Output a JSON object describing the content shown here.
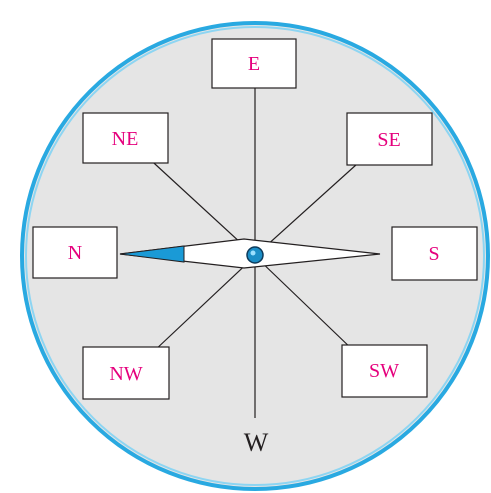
{
  "colors": {
    "ring_outer": "#29a9e1",
    "ring_inner": "#8dd5f2",
    "dial_fill": "#e5e5e5",
    "label_text": "#e5007d",
    "needle_tip": "#1a9ad6",
    "pivot": "#1b8ec7",
    "stroke": "#231f20"
  },
  "labels": {
    "e": "E",
    "se": "SE",
    "s": "S",
    "sw": "SW",
    "w": "W",
    "nw": "NW",
    "n": "N",
    "ne": "NE"
  }
}
